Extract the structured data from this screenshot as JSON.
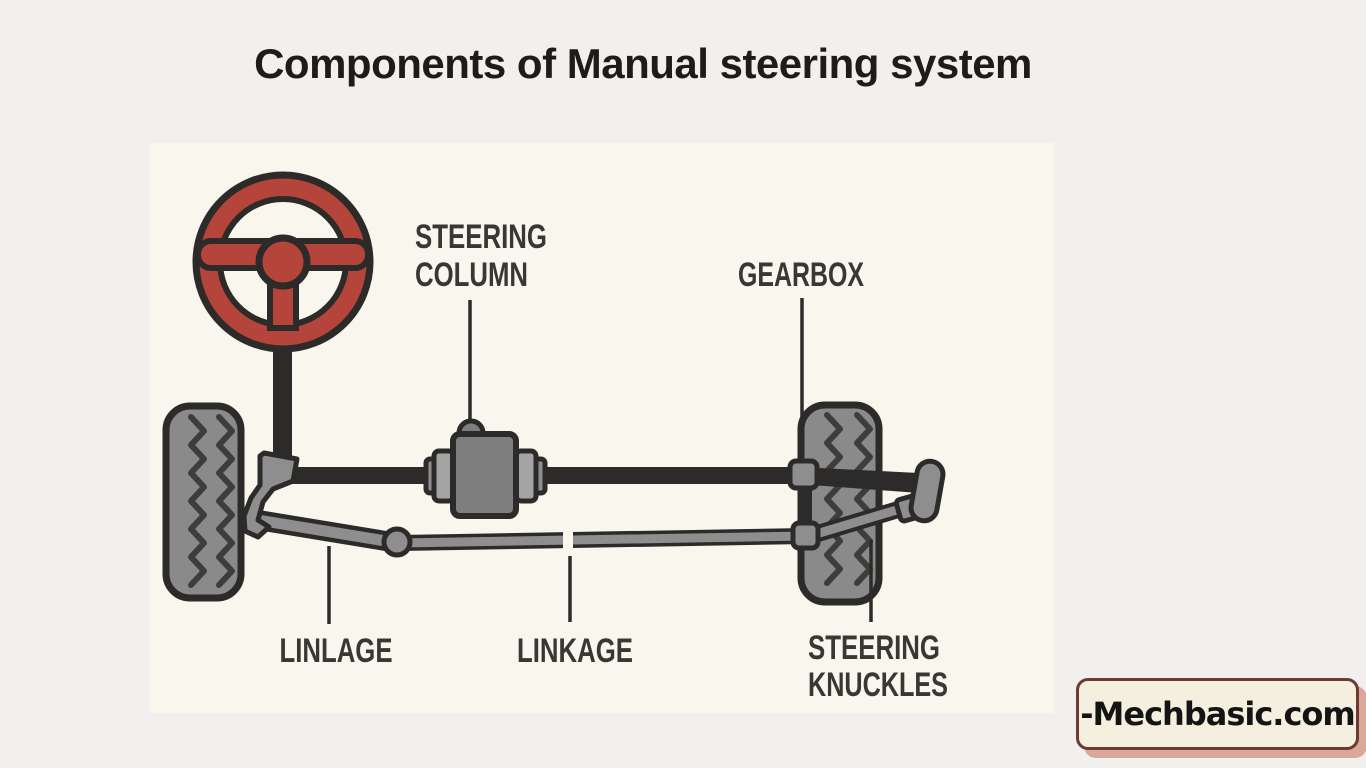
{
  "page": {
    "title": "Components of Manual steering system",
    "background_color": "#f1f0ee"
  },
  "diagram": {
    "panel_background": "#f9f6ee",
    "labels": {
      "steering_column_line1": "STEERING",
      "steering_column_line2": "COLUMN",
      "gearbox": "GEARBOX",
      "linlage": "LINLAGE",
      "linkage": "LINKAGE",
      "steering_knuckles_line1": "STEERING",
      "steering_knuckles_line2": "KNUCKLES"
    },
    "colors": {
      "outline_dark": "#2d2b29",
      "label_text": "#3a3633",
      "steering_wheel_red": "#b5443a",
      "part_gray": "#7f7f7f",
      "joint_gray": "#8e8e8e",
      "flange_gray_light": "#a4a4a4",
      "tire_gray": "#8a8a8a",
      "tread_dark": "#3f3d3b"
    }
  },
  "watermark": {
    "text": "-Mechbasic.com",
    "background": "#f5efe0",
    "border_color": "#6e3a31",
    "shadow_color": "#d9a89a"
  }
}
